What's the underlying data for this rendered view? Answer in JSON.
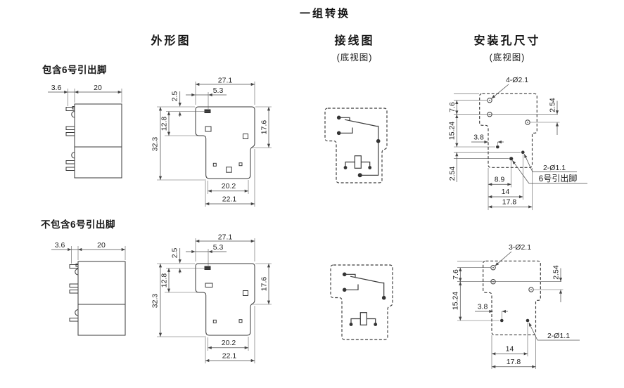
{
  "colors": {
    "line": "#3a3a3a",
    "text": "#161616",
    "background": "#ffffff"
  },
  "title": "一组转换",
  "columns": {
    "outline_title": "外形图",
    "wiring_title": "接线图",
    "wiring_subtitle": "(底视图)",
    "mounting_title": "安装孔尺寸",
    "mounting_subtitle": "(底视图)"
  },
  "rows": [
    {
      "label": "包含6号引出脚",
      "side_view": {
        "pin_protrusion": "3.6",
        "body_width": "20"
      },
      "bottom_view": {
        "top_width": "27.1",
        "pin_offset_x": "5.3",
        "pin_offset_y": "2.5",
        "left_step_height": "12.8",
        "total_height": "32.3",
        "right_height": "17.6",
        "bottom_inner_width": "20.2",
        "bottom_outer_width": "22.1"
      },
      "mounting": {
        "big_holes": "4-Ø2.1",
        "row_pitch_1": "7.6",
        "row_pitch_2": "15.24",
        "row_pitch_3": "2.54",
        "right_pitch": "2.54",
        "col_offset": "3.8",
        "pin6_x": "8.9",
        "col_pitch": "14",
        "total_width": "17.8",
        "small_holes": "2-Ø1.1",
        "pin6_label": "6号引出脚"
      }
    },
    {
      "label": "不包含6号引出脚",
      "side_view": {
        "pin_protrusion": "3.6",
        "body_width": "20"
      },
      "bottom_view": {
        "top_width": "27.1",
        "pin_offset_x": "5.3",
        "pin_offset_y": "2.5",
        "left_step_height": "12.8",
        "total_height": "32.3",
        "right_height": "17.6",
        "bottom_inner_width": "20.2",
        "bottom_outer_width": "22.1"
      },
      "mounting": {
        "big_holes": "3-Ø2.1",
        "row_pitch_1": "7.6",
        "row_pitch_2": "15.24",
        "right_pitch": "2.54",
        "col_offset": "3.8",
        "col_pitch": "14",
        "total_width": "17.8",
        "small_holes": "2-Ø1.1"
      }
    }
  ]
}
